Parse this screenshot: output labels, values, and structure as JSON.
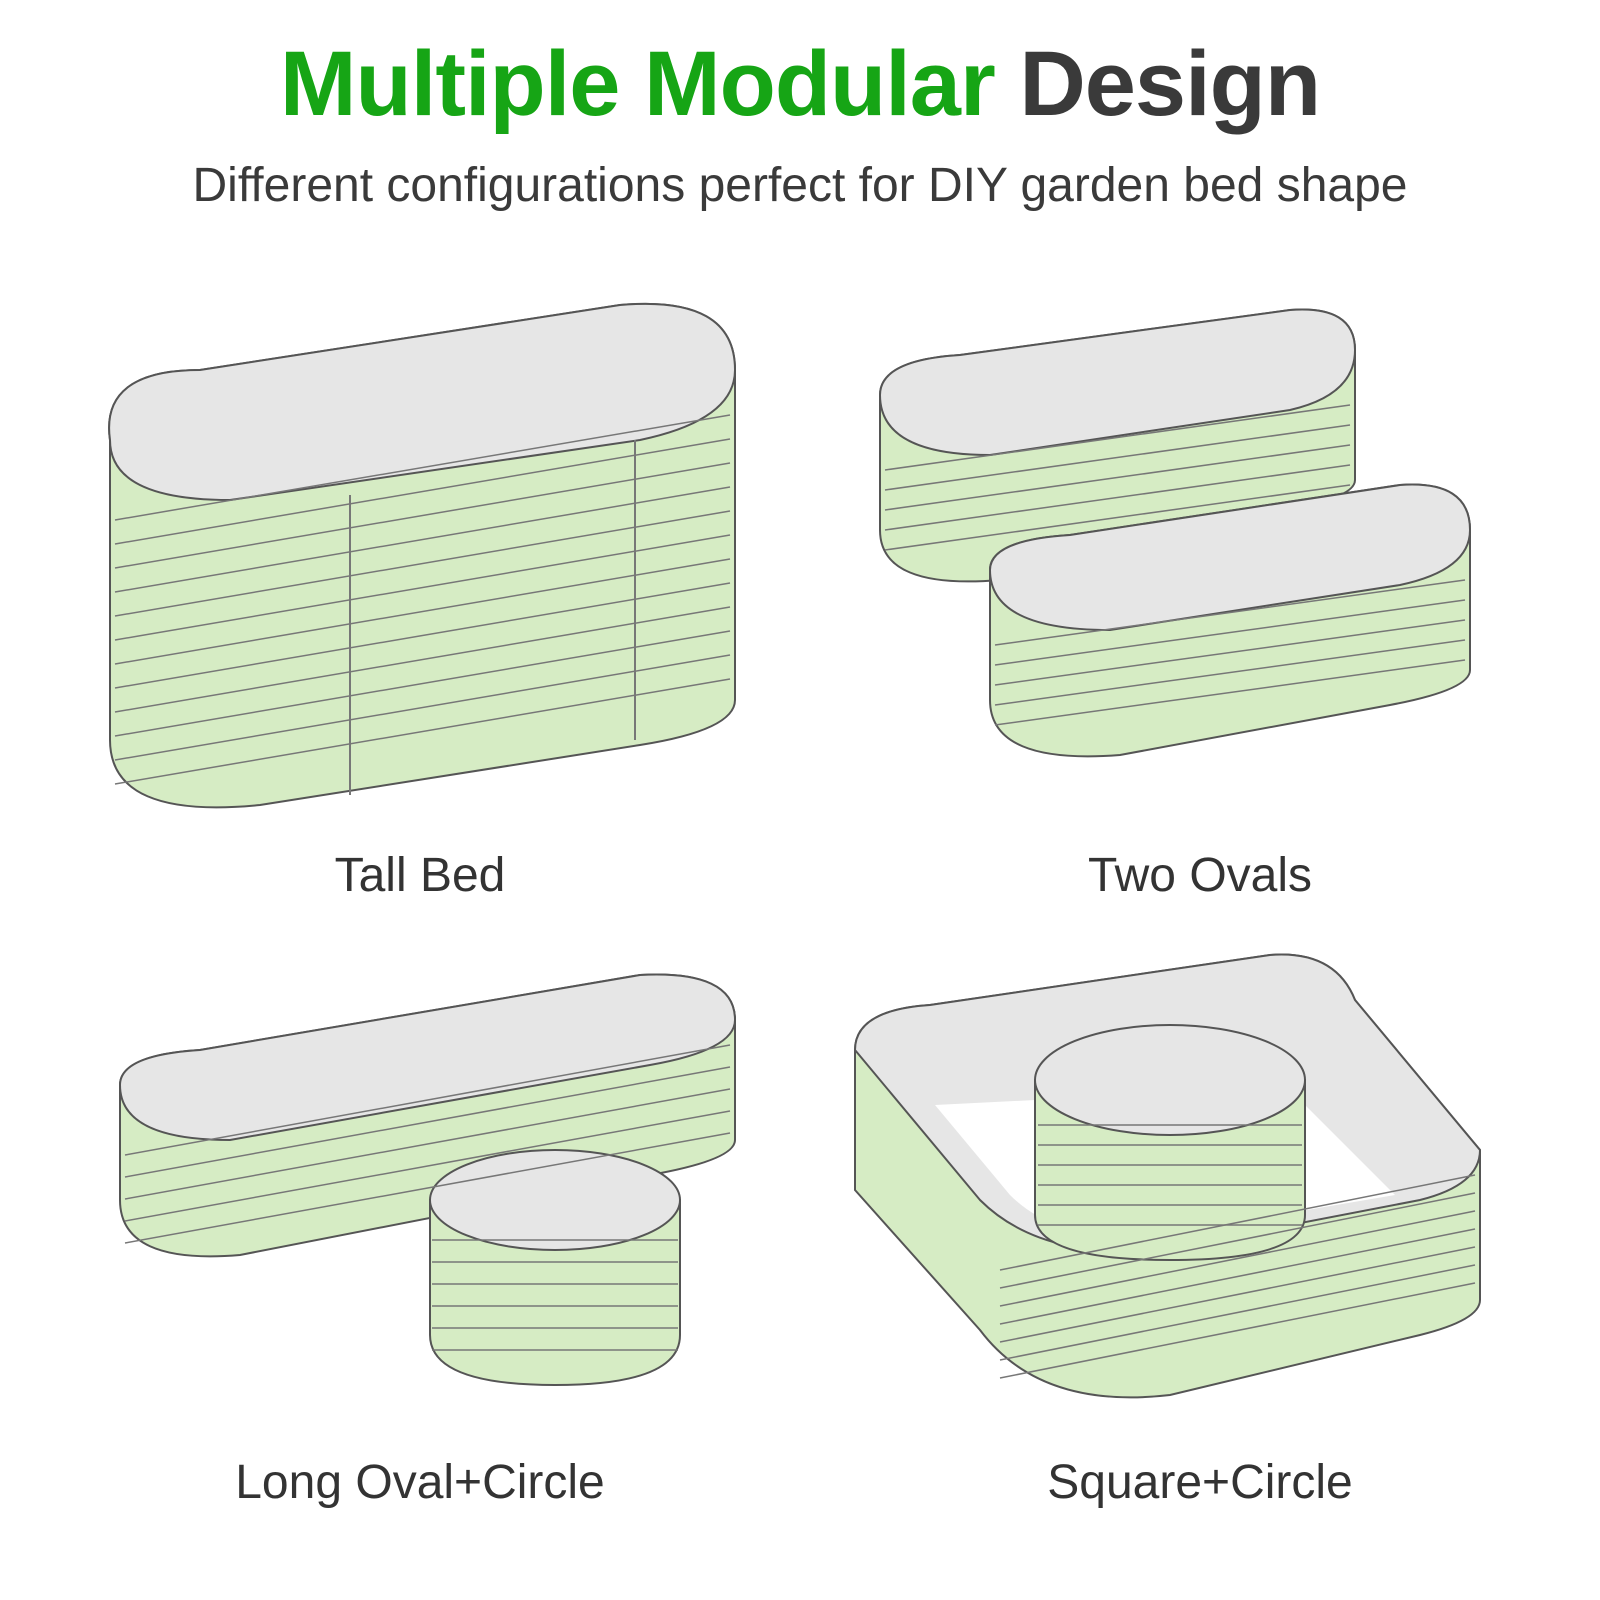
{
  "header": {
    "title_accent": "Multiple Modular",
    "title_rest": "Design",
    "subtitle": "Different configurations perfect for DIY garden bed shape"
  },
  "configs": [
    {
      "label": "Tall Bed"
    },
    {
      "label": "Two Ovals"
    },
    {
      "label": "Long Oval+Circle"
    },
    {
      "label": "Square+Circle"
    }
  ],
  "colors": {
    "accent": "#16a515",
    "text": "#3a3a3a",
    "bed_outer": "#d6ecc4",
    "bed_inner": "#e6e6e6",
    "outline": "#555555"
  }
}
